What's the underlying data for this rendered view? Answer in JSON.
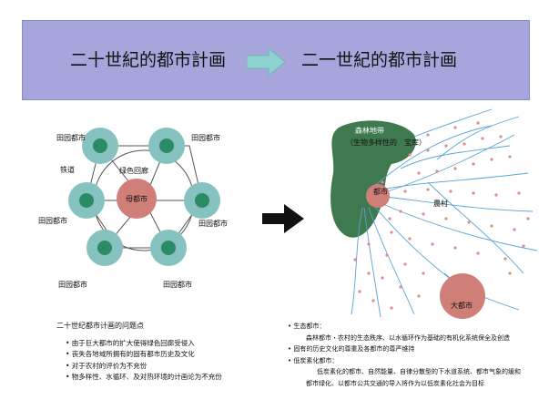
{
  "header": {
    "left_title": "二十世紀的都市計画",
    "right_title": "二一世紀的都市計画",
    "arrow_color": "#8fd3d0",
    "background": "#a6a6dd"
  },
  "left_diagram": {
    "satellite_labels": [
      "田园都市",
      "田园都市",
      "田园都市",
      "田园都市",
      "田园都市",
      "田园都市"
    ],
    "railway_label": "铁道",
    "greenbelt_label": "绿色回廊",
    "mother_city_label": "母都市",
    "satellite_ring_color": "#86c2c0",
    "satellite_core_color": "#2c8a64",
    "mother_color": "#cf7f78"
  },
  "right_diagram": {
    "forest_label_1": "森林地带",
    "forest_label_2": "（生物多样性的　宝库）",
    "city_label": "都市",
    "village_label": "農村",
    "big_city_label": "大都市",
    "forest_color": "#3e7a4e",
    "river_color": "#5aa3d6",
    "dot_color": "#e08a8a",
    "big_city_color": "#cf7f78"
  },
  "left_notes": {
    "title": "二十世纪都市计画的问题点",
    "items": [
      "• 由于巨大都市的扩大使得绿色回廊受侵入",
      "• 丧失各地域所拥有的固有都市历史及文化",
      "• 对于农村的评价为不充份",
      "• 物多样性、水循环、及对热环境的计画论为不充份"
    ]
  },
  "right_notes": {
    "line1": "• 生态都市：",
    "line2": "森林都市・农村的生态秩序、以水循环作为基础的有机化系统保全及创造",
    "line3": "• 固有的历史文化的尊重及各都市的尊严维持",
    "line4": "• 低炭素化都市：",
    "line5": "低炭素化的都市、自然能量、自律分散型的下水道系统、都市气象的缓和",
    "line6": "都市绿化、以都市公共交通的导入将作为以低炭素化社会为目标"
  }
}
